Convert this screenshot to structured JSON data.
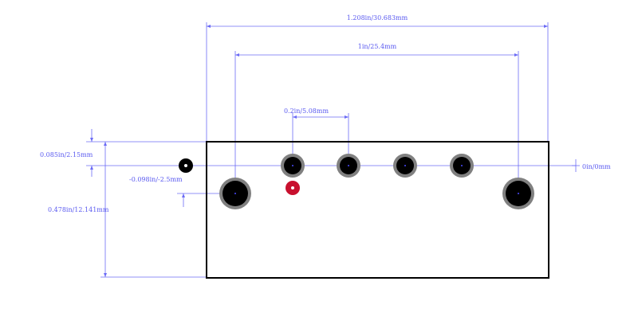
{
  "colors": {
    "dimension": "#6b6bf5",
    "outline": "#000000",
    "pad_ring": "#808080",
    "pad_hole": "#000000",
    "pin1_marker": "#c8102e",
    "origin_marker": "#000000"
  },
  "dimensions": {
    "overall_width": "1.208in/30.683mm",
    "mount_spacing": "1in/25.4mm",
    "pin_pitch": "0.2in/5.08mm",
    "top_offset": "0.085in/2.15mm",
    "origin_offset": "-0.098in/-2.5mm",
    "body_height": "0.478in/12.141mm",
    "right_zero": "0in/0mm"
  },
  "pads": {
    "signal_count": 4,
    "mounting_count": 2
  }
}
